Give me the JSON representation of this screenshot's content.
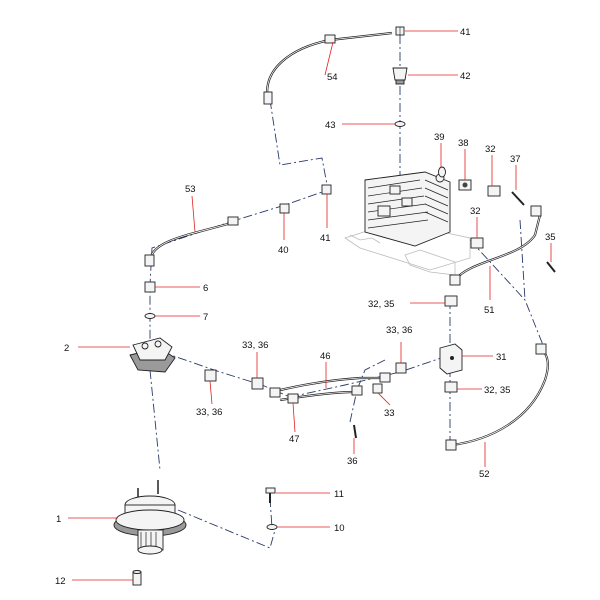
{
  "callouts": [
    {
      "id": "c1",
      "text": "1"
    },
    {
      "id": "c2",
      "text": "2"
    },
    {
      "id": "c6",
      "text": "6"
    },
    {
      "id": "c7",
      "text": "7"
    },
    {
      "id": "c10",
      "text": "10"
    },
    {
      "id": "c11",
      "text": "11"
    },
    {
      "id": "c12",
      "text": "12"
    },
    {
      "id": "c31",
      "text": "31"
    },
    {
      "id": "c32a",
      "text": "32"
    },
    {
      "id": "c32b",
      "text": "32"
    },
    {
      "id": "c3235a",
      "text": "32, 35"
    },
    {
      "id": "c3235b",
      "text": "32, 35"
    },
    {
      "id": "c33",
      "text": "33"
    },
    {
      "id": "c3336a",
      "text": "33, 36"
    },
    {
      "id": "c3336b",
      "text": "33, 36"
    },
    {
      "id": "c3336c",
      "text": "33, 36"
    },
    {
      "id": "c35",
      "text": "35"
    },
    {
      "id": "c36",
      "text": "36"
    },
    {
      "id": "c37",
      "text": "37"
    },
    {
      "id": "c38",
      "text": "38"
    },
    {
      "id": "c39",
      "text": "39"
    },
    {
      "id": "c40",
      "text": "40"
    },
    {
      "id": "c41a",
      "text": "41"
    },
    {
      "id": "c41b",
      "text": "41"
    },
    {
      "id": "c42",
      "text": "42"
    },
    {
      "id": "c43",
      "text": "43"
    },
    {
      "id": "c46",
      "text": "46"
    },
    {
      "id": "c47",
      "text": "47"
    },
    {
      "id": "c51",
      "text": "51"
    },
    {
      "id": "c52",
      "text": "52"
    },
    {
      "id": "c53",
      "text": "53"
    },
    {
      "id": "c54",
      "text": "54"
    }
  ],
  "colors": {
    "leader": "#e02020",
    "line": "#222222",
    "chain": "#2a3a6a",
    "background": "#ffffff"
  }
}
